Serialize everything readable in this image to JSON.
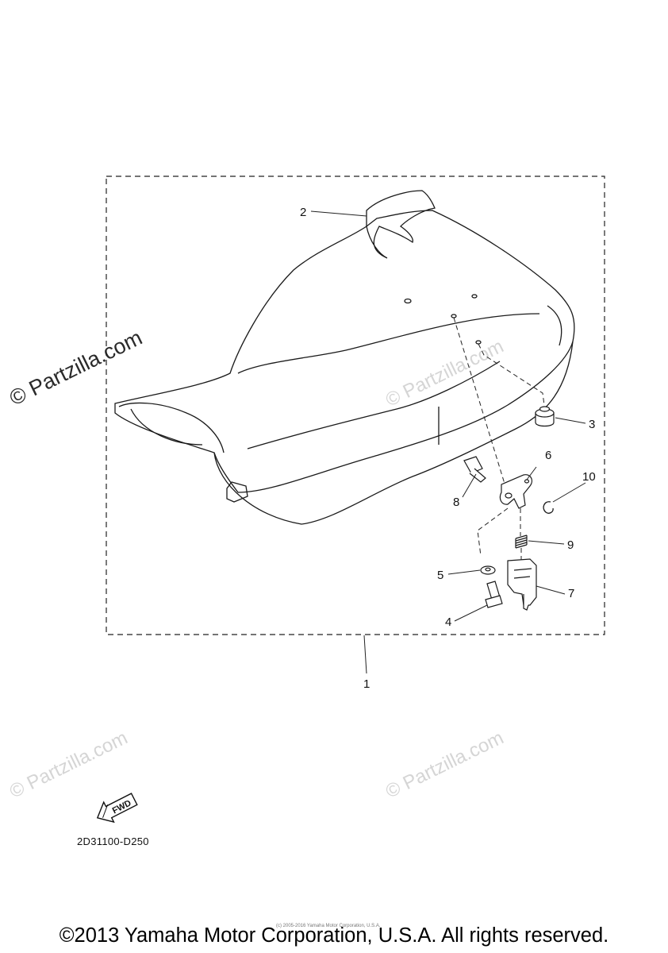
{
  "diagram": {
    "callouts": [
      "1",
      "2",
      "3",
      "4",
      "5",
      "6",
      "7",
      "8",
      "9",
      "10"
    ],
    "fwd_label": "FWD",
    "drawing_code": "2D31100-D250"
  },
  "watermarks": {
    "text": "© Partzilla.com"
  },
  "footer": {
    "copyright": "©2013 Yamaha Motor Corporation, U.S.A. All rights reserved.",
    "small_copyright": "(c) 2005-2016 Yamaha Motor Corporation, U.S.A."
  }
}
